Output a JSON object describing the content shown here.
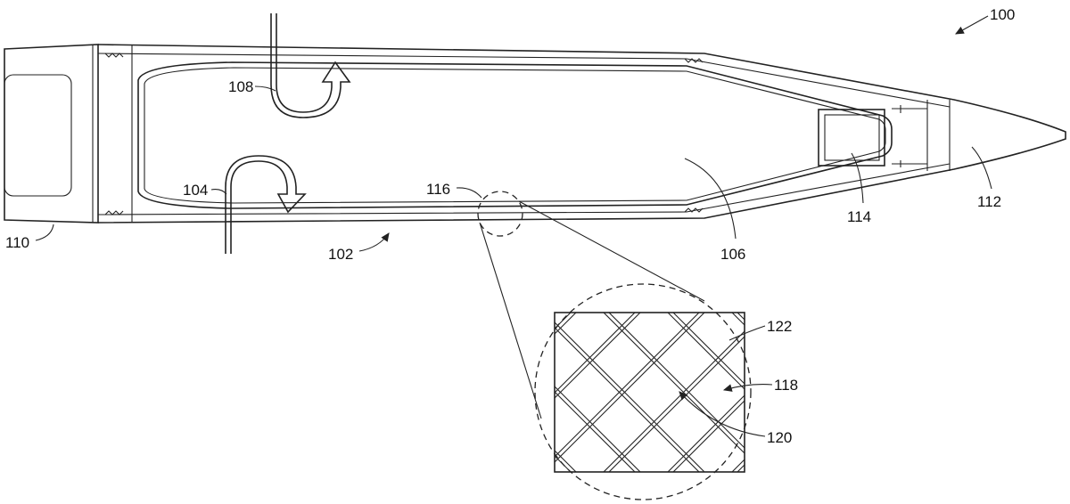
{
  "figure": {
    "labels": {
      "assembly": "100",
      "body": "102",
      "inlet": "104",
      "cavity": "106",
      "outlet": "108",
      "base_cap": "110",
      "nose": "112",
      "component": "114",
      "detail_region": "116",
      "lattice": "118",
      "cell": "120",
      "wall": "122"
    }
  }
}
